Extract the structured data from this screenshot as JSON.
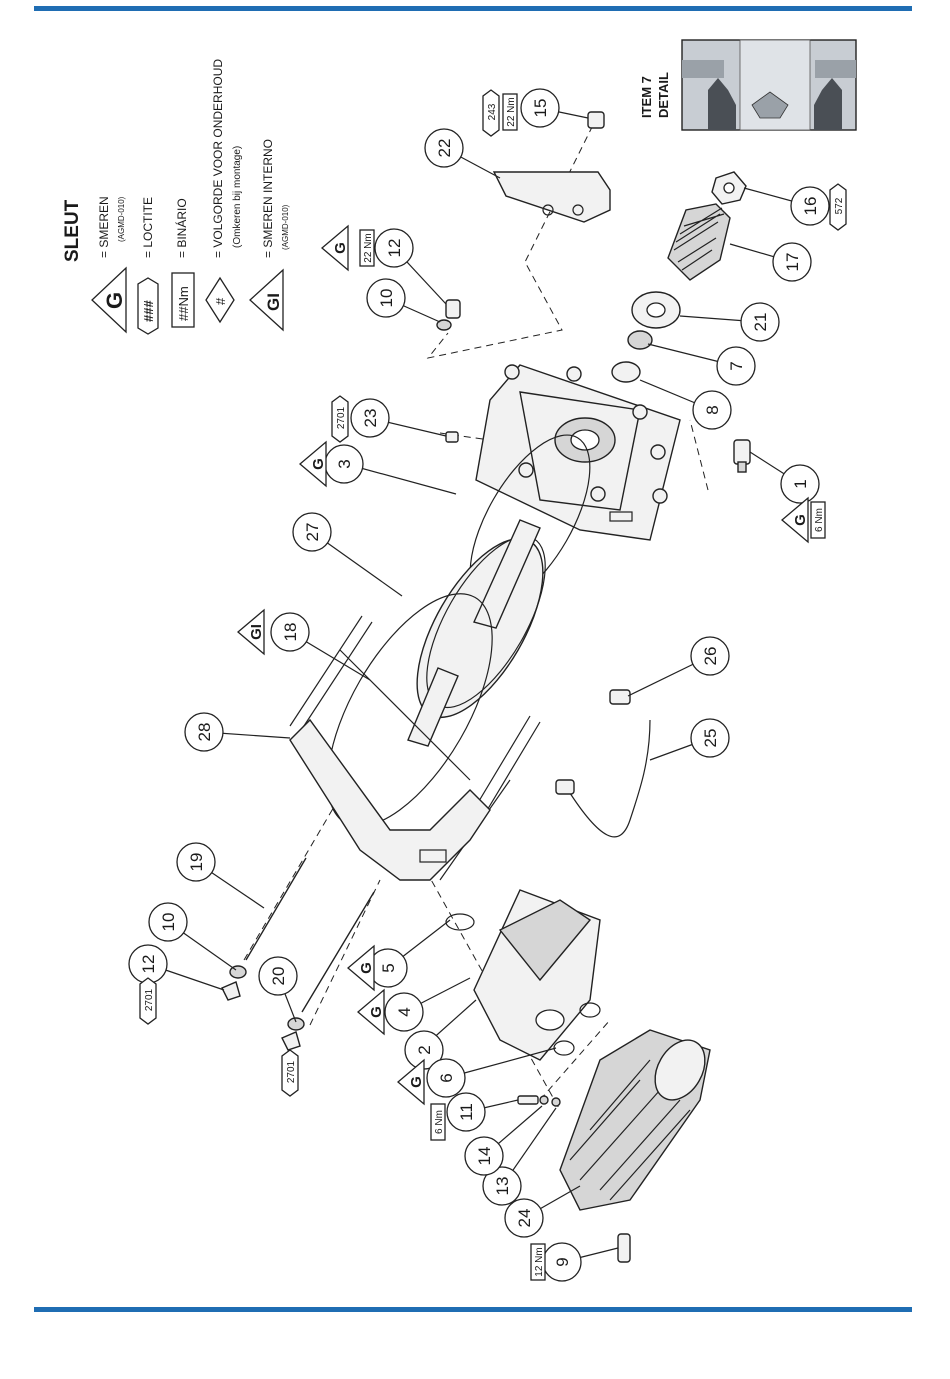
{
  "colors": {
    "rule": "#1f6db3",
    "detail_bg": "#c8cdd3",
    "detail_dark": "#4a4f55"
  },
  "legend": {
    "title": "SLEUT",
    "grease": "= SMEREN",
    "grease_ref": "(AGMD-010)",
    "loctite": "= LOCTITE",
    "torque": "= BINÁRIO",
    "order": "= VOLGORDE VOOR ONDERHOUD",
    "order_note": "(Omkeren bij montage)",
    "grease_internal": "= SMEREN INTERNO",
    "grease_internal_ref": "(AGMD-010)",
    "sym_grease": "G",
    "sym_loctite": "###",
    "sym_torque": "##Nm",
    "sym_order": "#",
    "sym_internal": "GI"
  },
  "detail": {
    "line1": "ITEM 7",
    "line2": "DETAIL"
  },
  "tags": {
    "t243": "243",
    "t22nm_a": "22 Nm",
    "t22nm_b": "22 Nm",
    "t2701_a": "2701",
    "t2701_b": "2701",
    "t2701_c": "2701",
    "t572": "572",
    "t6nm_a": "6 Nm",
    "t6nm_b": "6 Nm",
    "t12nm": "12 Nm",
    "g": "G",
    "gi": "GI"
  },
  "callouts": {
    "c1": "1",
    "c2": "2",
    "c3": "3",
    "c4": "4",
    "c5": "5",
    "c6": "6",
    "c7": "7",
    "c8": "8",
    "c9": "9",
    "c10a": "10",
    "c10b": "10",
    "c11": "11",
    "c12a": "12",
    "c12b": "12",
    "c13": "13",
    "c14": "14",
    "c15": "15",
    "c16": "16",
    "c17": "17",
    "c18": "18",
    "c19": "19",
    "c20": "20",
    "c21": "21",
    "c22": "22",
    "c23": "23",
    "c24": "24",
    "c25": "25",
    "c26": "26",
    "c27": "27",
    "c28": "28"
  }
}
